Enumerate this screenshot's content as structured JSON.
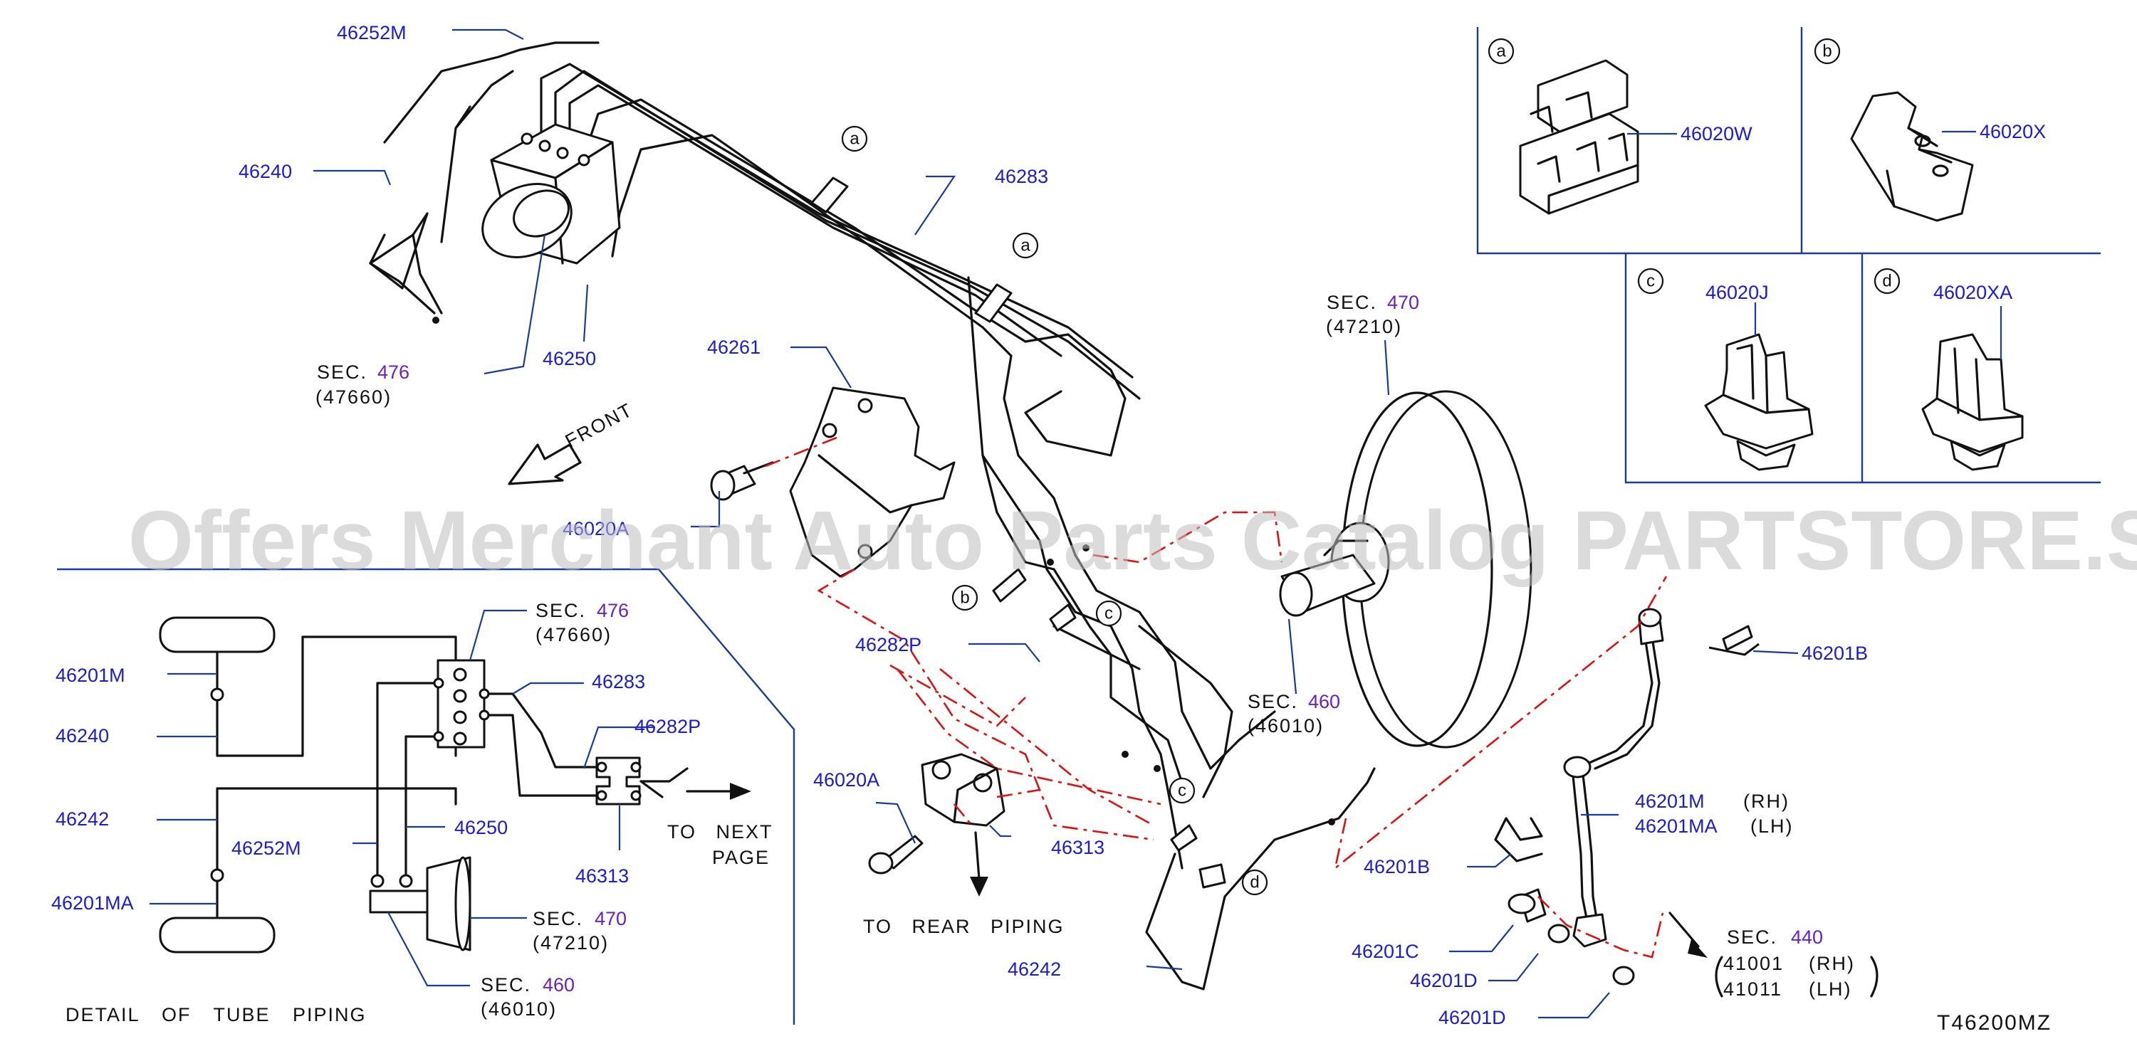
{
  "callouts": {
    "c46252M": "46252M",
    "c46240": "46240",
    "c46250": "46250",
    "c46283": "46283",
    "c46261": "46261",
    "c46282P": "46282P",
    "c46020A": "46020A",
    "c46313": "46313",
    "c46242": "46242",
    "c46020W": "46020W",
    "c46020X": "46020X",
    "c46020J": "46020J",
    "c46020XA": "46020XA",
    "c46201B_a": "46201B",
    "c46201B_b": "46201B",
    "c46201M": "46201M",
    "c46201MA": "46201MA",
    "rh": "(RH)",
    "lh": "(LH)",
    "c46201C": "46201C",
    "c46201D_a": "46201D",
    "c46201D_b": "46201D",
    "hidden_bolt": "46020A"
  },
  "sections": {
    "sec_word": "SEC.",
    "sec476": "476",
    "p47660": "(47660)",
    "sec470": "470",
    "p47210": "(47210)",
    "sec460": "460",
    "p46010": "(46010)",
    "sec440": "440",
    "p41001": "41001",
    "p41011": "41011",
    "rh": "(RH)",
    "lh": "(LH)"
  },
  "labels": {
    "front": "FRONT",
    "to_rear_piping": "TO REAR PIPING",
    "to_next": "TO NEXT",
    "page": "PAGE",
    "detail_title": "DETAIL OF TUBE PIPING",
    "diagram_code": "T46200MZ"
  },
  "detail_callouts": {
    "c46201M": "46201M",
    "c46240": "46240",
    "c46242": "46242",
    "c46201MA": "46201MA",
    "c46252M": "46252M",
    "c46250": "46250",
    "c46283": "46283",
    "c46282P": "46282P",
    "c46313": "46313"
  },
  "inset_badges": [
    "a",
    "b",
    "c",
    "d"
  ],
  "watermark": "Offers Merchant Auto Parts Catalog PARTSTORE.SA",
  "colors": {
    "callout_blue": "#1a1adb",
    "section_purple": "#6b1fc9",
    "leader_blue": "#1a3a9e",
    "assembly_red": "#e01010",
    "ink": "#111111"
  }
}
